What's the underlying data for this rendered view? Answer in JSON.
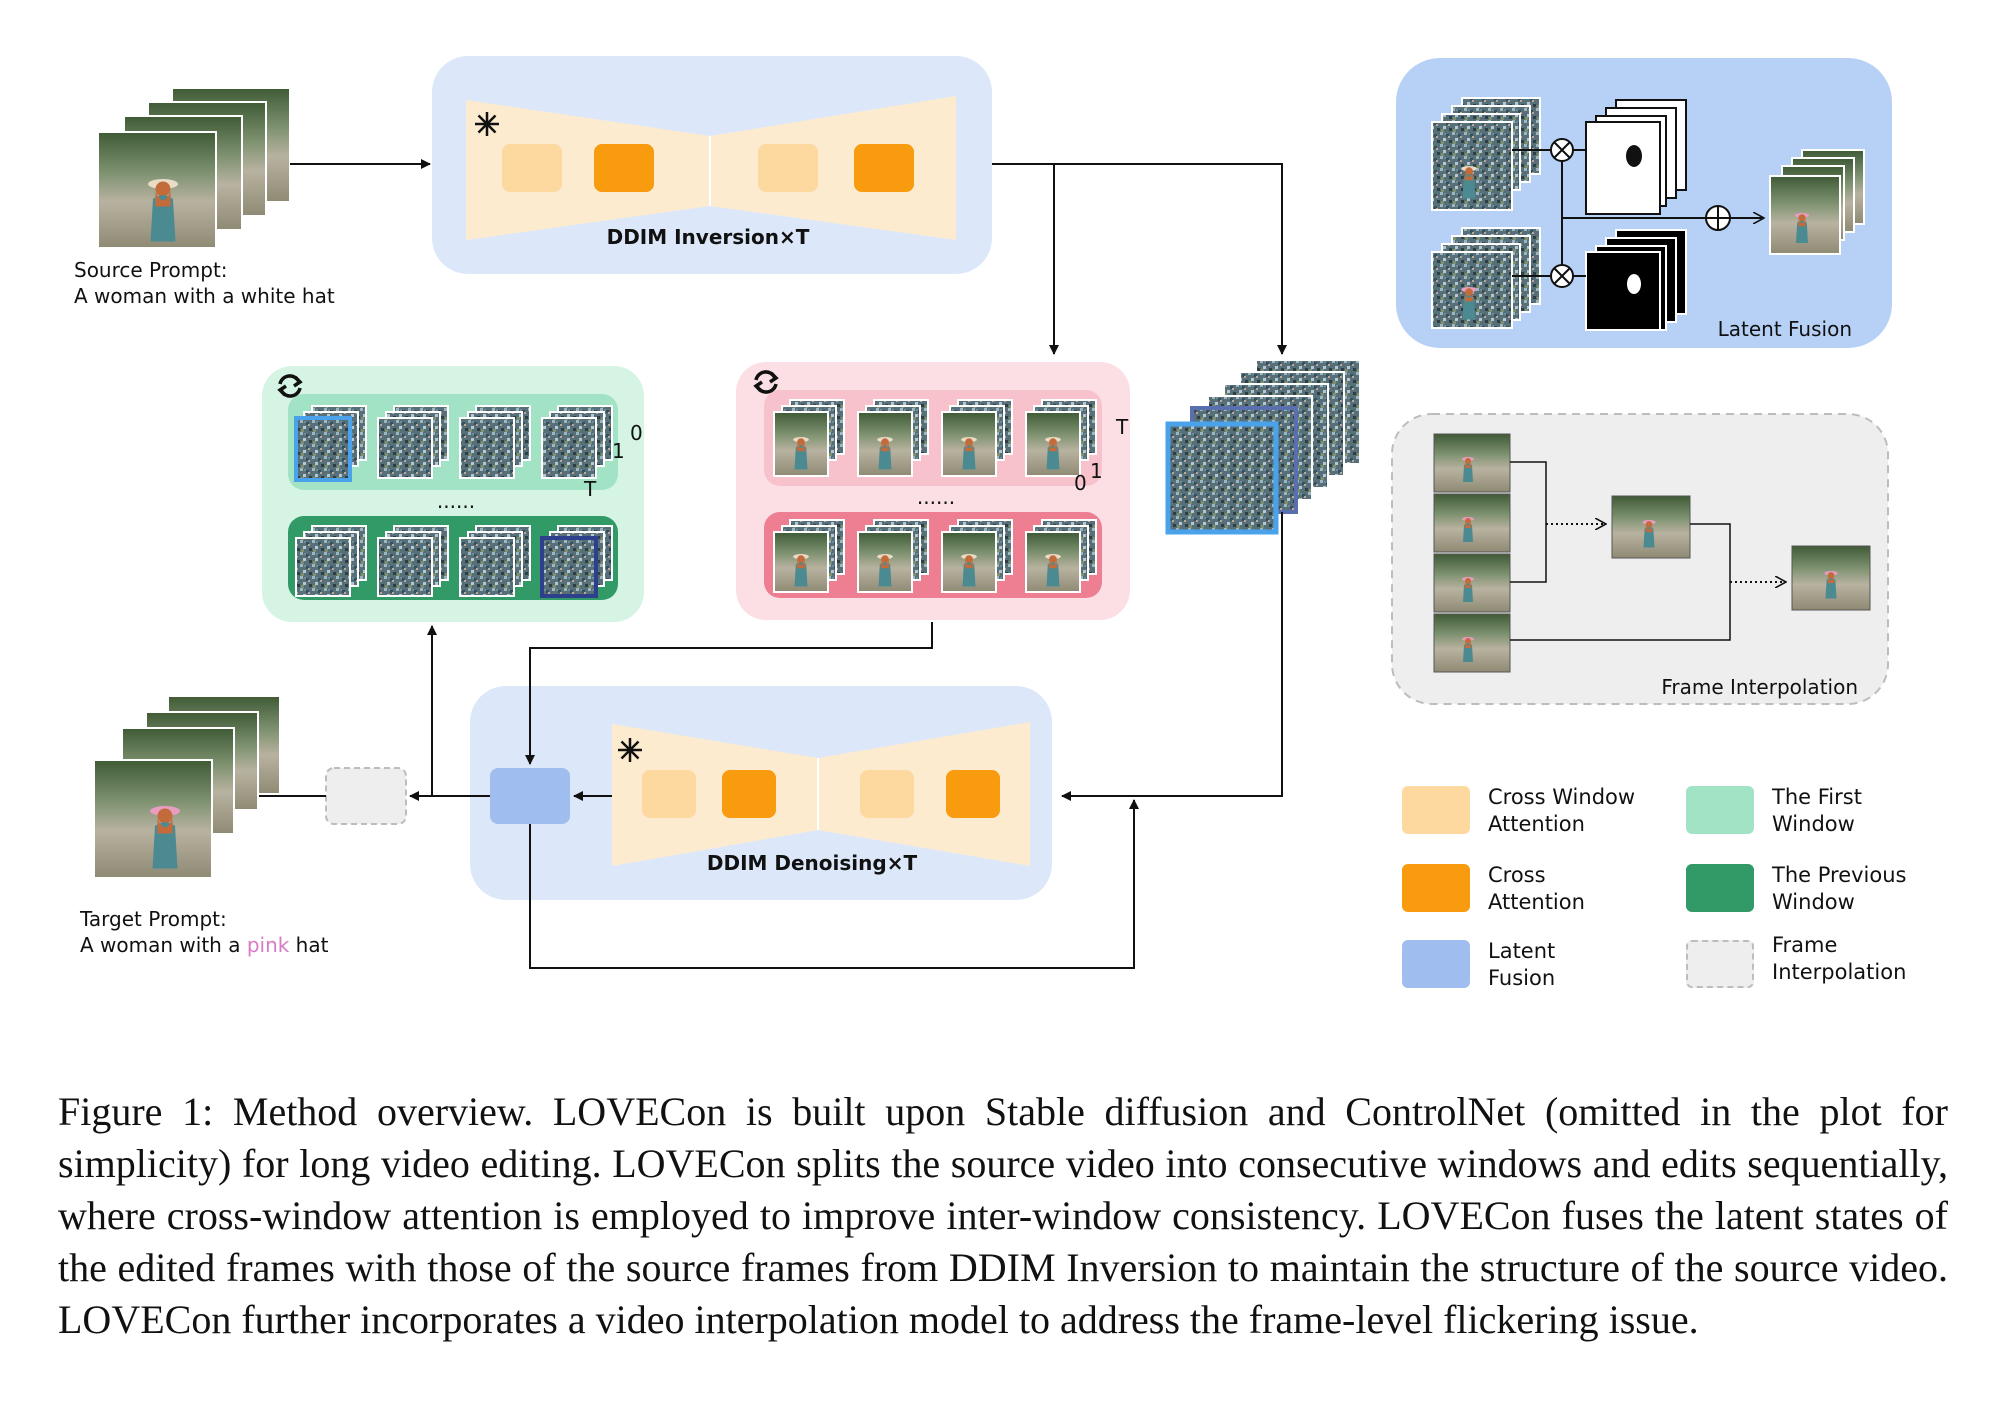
{
  "source_prompt": {
    "label": "Source Prompt:",
    "text": "A woman with a white hat"
  },
  "target_prompt": {
    "label": "Target Prompt:",
    "text_before": "A woman with a ",
    "text_highlight": "pink",
    "text_after": " hat"
  },
  "inversion_block": {
    "title": "DDIM Inversion×T"
  },
  "denoising_block": {
    "title": "DDIM Denoising×T"
  },
  "latent_fusion_panel": {
    "title": "Latent Fusion"
  },
  "frame_interpolation_panel": {
    "title": "Frame Interpolation"
  },
  "green_panel": {
    "ellipsis": "......",
    "step_labels": [
      "0",
      "1",
      "T"
    ]
  },
  "pink_panel": {
    "ellipsis": "......",
    "step_labels": [
      "0",
      "1",
      "T"
    ]
  },
  "legend": [
    {
      "label_line1": "Cross Window",
      "label_line2": "Attention",
      "color": "#fdd9a0"
    },
    {
      "label_line1": "The First",
      "label_line2": "Window",
      "color": "#a2e3c6"
    },
    {
      "label_line1": "Cross",
      "label_line2": "Attention",
      "color": "#f99b0e"
    },
    {
      "label_line1": "The Previous",
      "label_line2": "Window",
      "color": "#319a66"
    },
    {
      "label_line1": "Latent",
      "label_line2": "Fusion",
      "color": "#a0bdef"
    },
    {
      "label_line1": "Frame",
      "label_line2": "Interpolation",
      "color": "#eeeeee"
    }
  ],
  "colors": {
    "light_blue_panel": "#dce8fa",
    "latent_fusion_bg": "#b6d1f5",
    "green_panel": "#d5f4e4",
    "pink_panel": "#fcdfe4",
    "unet_fill": "#fdebd0",
    "pink_text": "#d87ac4"
  },
  "icons": [
    "snowflake-icon",
    "refresh-icon",
    "multiply-icon",
    "add-icon"
  ],
  "caption": "Figure 1: Method overview. LOVECon is built upon Stable diffusion and ControlNet (omitted in the plot for simplicity) for long video editing. LOVECon splits the source video into consecutive windows and edits sequentially, where cross-window attention is employed to improve inter-window consistency. LOVECon fuses the latent states of the edited frames with those of the source frames from DDIM Inversion to maintain the structure of the source video. LOVECon further incorporates a video interpolation model to address the frame-level flickering issue."
}
